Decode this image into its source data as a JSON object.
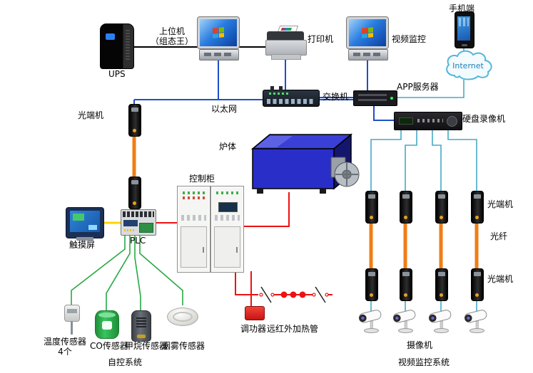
{
  "diagram": {
    "nodes": {
      "ups": {
        "label": "UPS"
      },
      "host_computer": {
        "label": "上位机",
        "sublabel": "（组态王）"
      },
      "printer": {
        "label": "打印机"
      },
      "video_monitor": {
        "label": "视频监控"
      },
      "mobile": {
        "label": "手机端"
      },
      "internet": {
        "label": "Internet"
      },
      "network_switch": {
        "label": "交换机"
      },
      "app_server": {
        "label": "APP服务器"
      },
      "ethernet": {
        "label": "以太网"
      },
      "optical_terminal_left": {
        "label": "光端机"
      },
      "dvr": {
        "label": "硬盘录像机"
      },
      "furnace": {
        "label": "炉体"
      },
      "control_cabinet": {
        "label": "控制柜"
      },
      "touch_screen": {
        "label": "触摸屏"
      },
      "plc": {
        "label": "PLC"
      },
      "temperature_sensor": {
        "label": "温度传感器",
        "count": "4个"
      },
      "co_sensor": {
        "label": "CO传感器"
      },
      "methane_sensor": {
        "label": "甲烷传感器"
      },
      "smoke_sensor": {
        "label": "烟雾传感器"
      },
      "power_regulator": {
        "label": "调功器"
      },
      "infrared_heater": {
        "label": "远红外加热管"
      },
      "camera": {
        "label": "摄像机"
      },
      "optical_terminal_right_top": {
        "label": "光端机"
      },
      "optical_fiber": {
        "label": "光纤"
      },
      "optical_terminal_right_bottom": {
        "label": "光端机"
      }
    },
    "sections": {
      "auto_control_system": {
        "label": "自控系统"
      },
      "video_surveillance_system": {
        "label": "视频监控系统"
      }
    },
    "colors": {
      "ethernet_line": "#1f4fc8",
      "fiber_line": "#ef7d16",
      "video_line": "#46a9c8",
      "power_line": "#ee1111",
      "sensor_line": "#27a844",
      "hmi_line": "#ffd400",
      "black_line": "#000000",
      "furnace_blue": "#2a2ec8"
    }
  }
}
